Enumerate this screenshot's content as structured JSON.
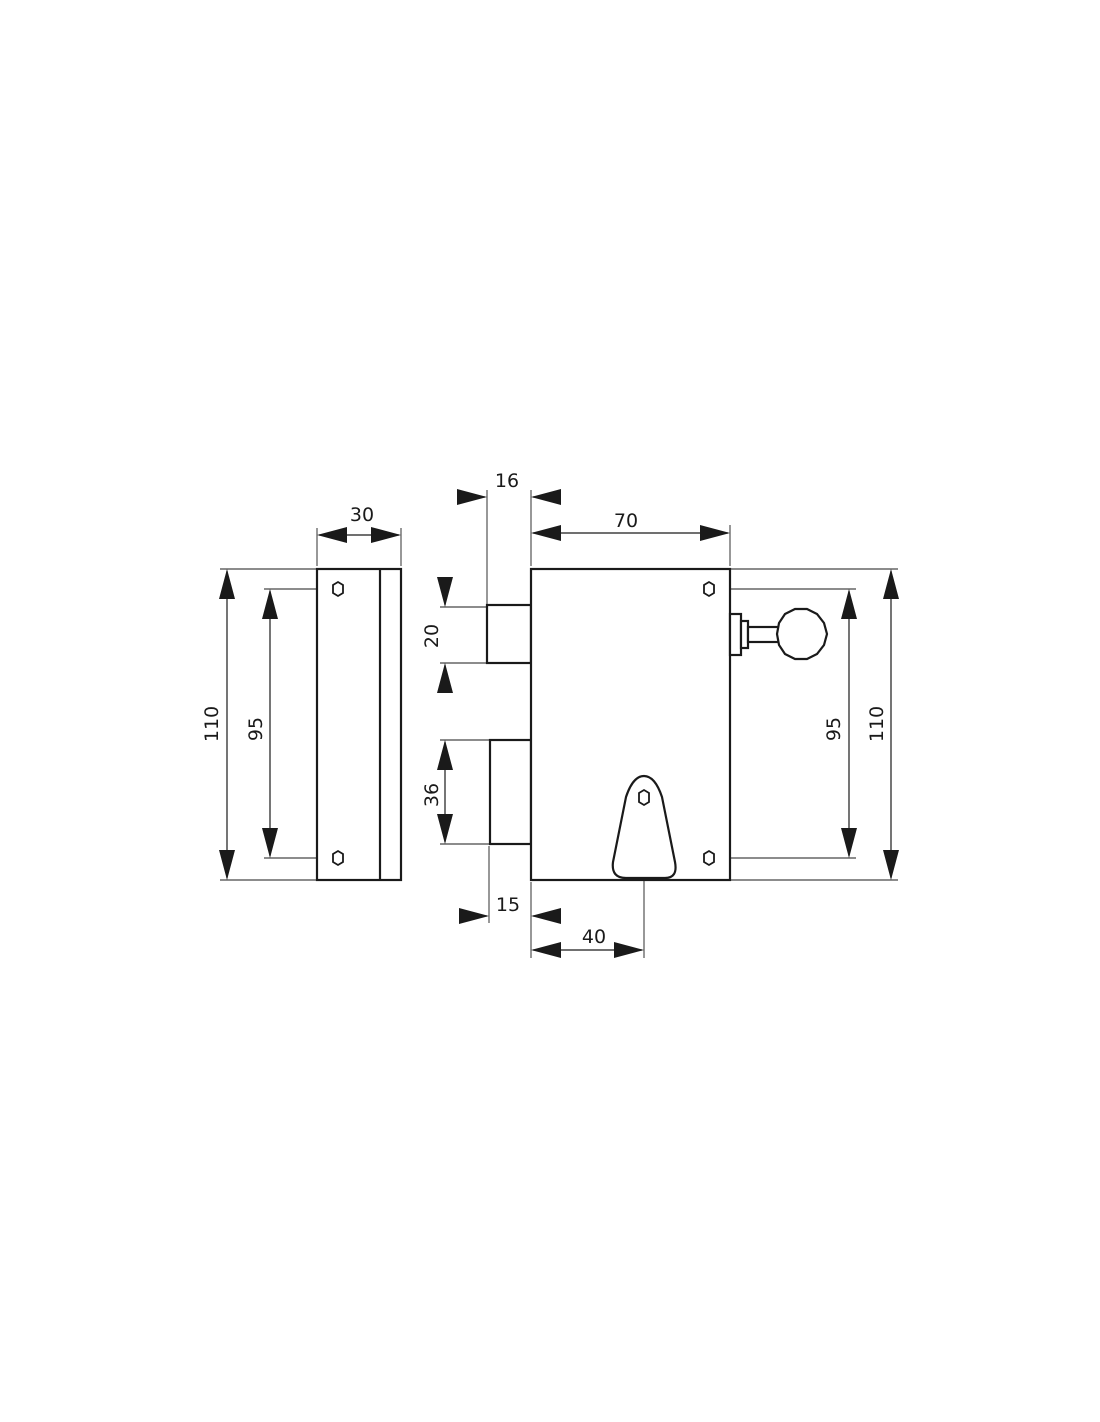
{
  "strike_view": {
    "width_label": "30",
    "height_label": "110",
    "hole_spacing_label": "95"
  },
  "lock_view": {
    "bolt_offset_label": "16",
    "width_label": "70",
    "upper_bolt_height_label": "20",
    "lower_bolt_height_label": "36",
    "lower_bolt_offset_label": "15",
    "backset_label": "40",
    "hole_spacing_label": "95",
    "height_label": "110"
  }
}
